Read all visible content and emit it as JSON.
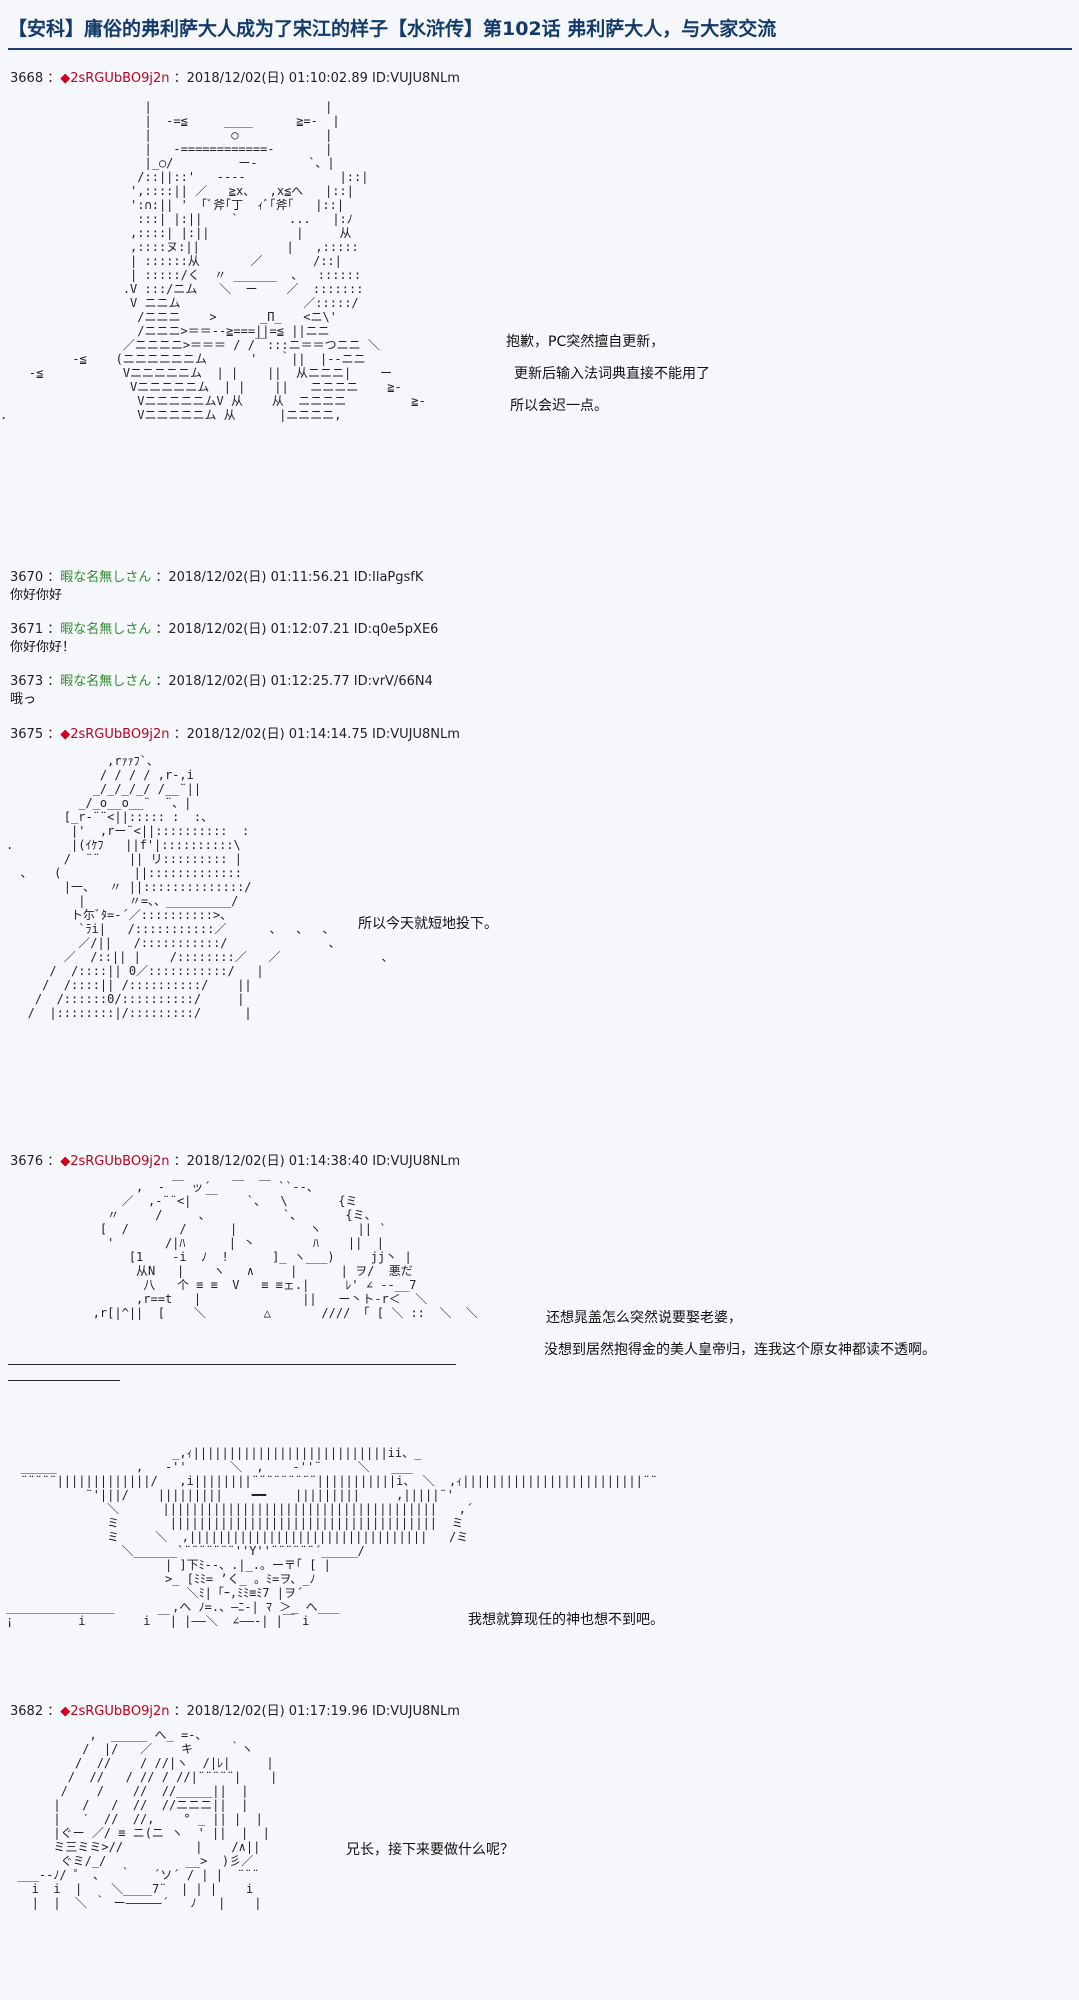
{
  "title": "【安科】庸俗的弗利萨大人成为了宋江的样子【水浒传】第102话 弗利萨大人，与大家交流",
  "posts": [
    {
      "num": "3668",
      "sep": " ：",
      "mark": "◆",
      "name": "2sRGUbBO9j2n",
      "meta": " ：2018/12/02(日) 01:10:02.89 ID:VUJU8NLm"
    },
    {
      "num": "3670",
      "sep": " ：",
      "name": "暇な名無しさん",
      "meta": " ：2018/12/02(日) 01:11:56.21 ID:IlaPgsfK",
      "text": "你好你好"
    },
    {
      "num": "3671",
      "sep": " ：",
      "name": "暇な名無しさん",
      "meta": " ：2018/12/02(日) 01:12:07.21 ID:q0e5pXE6",
      "text": "你好你好！"
    },
    {
      "num": "3673",
      "sep": " ：",
      "name": "暇な名無しさん",
      "meta": " ：2018/12/02(日) 01:12:25.77 ID:vrV/66N4",
      "text": "哦っ"
    },
    {
      "num": "3675",
      "sep": " ：",
      "mark": "◆",
      "name": "2sRGUbBO9j2n",
      "meta": " ：2018/12/02(日) 01:14:14.75 ID:VUJU8NLm"
    },
    {
      "num": "3676",
      "sep": " ：",
      "mark": "◆",
      "name": "2sRGUbBO9j2n",
      "meta": " ：2018/12/02(日) 01:14:38:40 ID:VUJU8NLm"
    },
    {
      "num": "3682",
      "sep": " ：",
      "mark": "◆",
      "name": "2sRGUbBO9j2n",
      "meta": " ：2018/12/02(日) 01:17:19.96 ID:VUJU8NLm"
    }
  ],
  "dialogue": {
    "p1": [
      "抱歉，PC突然擅自更新，",
      "更新后输入法词典直接不能用了",
      "所以会迟一点。"
    ],
    "p2": "所以今天就短地投下。",
    "p3": [
      "还想晁盖怎么突然说要娶老婆，",
      "没想到居然抱得金的美人皇帝归，连我这个原女神都读不透啊。"
    ],
    "p4": "我想就算现任的神也想不到吧。",
    "p5": "兄长，接下来要做什么呢？"
  },
  "art": {
    "a1": "                    |                        |\n                    |  -=≦     ____      ≧=-  |\n                    |           ○            |\n                    |   -============-       |\n                    |_○/         ー‐       `、|\n                   /::||::'   ----             |::|\n                  ',::::|| ／   ≧x、  ,x≦へ   |::|\n                  ':∩:|| ' 「ﾞ斧｢丁  ｨﾞ｢斧｢   |::|\n                   :::| |:||    `       ...   |:ﾉ\n                  ,::::| |:||            |     从\n                  ,::::ヌ:||            |   ,:::::\n                  | ::::::从       ／       /::|\n                  | :::::/く  〃 ______  、  ::::::\n                 .V :::/ニム   ＼  ー    ／  :::::::\n                  V ニニム                 ／:::::/\n                   /ニニニ    >      _Π_   <ニ\\'\n                   /ニニニ>＝＝--≧===||=≦ ||ニニ\n                 ／ニニニニ>＝＝＝ / /￣:::ニ＝＝つニニ ＼\n          -≦    (ニニニニニニム      '   ｀||  |--ニニ\n    -≦           Vニニニニニム  | |    ||  从ニニニ|    ー\n                  Vニニニニニム  | |    ||   ニニニニ    ≧-\n                   VニニニニニムV 从    从  ニニニニ         ≧-\n.                  Vニニニニニム 从      |ニニニニ,",
    "a2": "              ,rｧｧﾌ`、\n             / / / / ,r-,i\n            _/_/_/_/ /__¨||\n          _/_o__o__¨  ¨、|\n        [_r‐¨¨<||::::: :  :、\n         |'  ,rー¨<||::::::::::  :\n.        |(ｲｹﾌ   ||f'|::::::::::\\\n        /  ¨¨    || リ::::::::: |\n  、   (          ||:::::::::::::\n        |一、  〃 ||::::::::::::::/\n          |      〃=、、_________/\n         ト尓ﾞﾀ=-´／::::::::::>、\n          `ﾗi|   /:::::::::::／      、  、  、\n          ／/||   /:::::::::::/              、\n        ／  /::|| |    /::::::::／   ／              、\n      /  /::::|| 0／:::::::::::/   |\n     /  /::::|| /::::::::::/    ||\n    /  /::::::0/::::::::::/     |\n   /  |::::::::|/:::::::::/      |",
    "a3": "                  ,  ‐ ￣ ッ´   ￣  ￣ ``--、\n                ／  ,‐¨¨<|  ￣    `、  \\       {ミ\n              〃     /     、          `、      {ミ、\n             [  /       /      |          ヽ     || `\n              '       /|ﾊ      | 丶        ﾊ    ||  |\n                 [1    -i  ﾉ  !      ]_ ヽ___)     jj丶 |\n                  从N   |    ヽ   ∧     |      | ヲ/  悪だ\n                   八   个 ≡ ≡  V   ≡ ≡ェ.|     ﾚ' ∠ ‐-__7\n                  ,r==t   |              ||   ー丶ト‐r＜  ＼\n            ,r[|^||  [    ＼        △       //// 「 [ ＼ ::  ＼  ＼",
    "a4": "                       _,ｨ|||||||||||||||||||||||||||ii、_\n  _____           ,   ‐''      ＼  ,    ‐''¨     ＼   ___ \n  ¨¨¨¨¨|||||||||||||/   ,i||||||||¨¨¨¨¨¨¨¨¨|||||||||||i、 ＼  ,ｨ|||||||||||||||||||||||||¨¨\n           ¨'|||/    |||||||||    ━━    |||||||||     ,|||||¨'\n              ＼      ||||||||||||||||||||||||||||||||||||||   ,´\n              ミ       |||||||||||||||||||||||||||||||||||||  ミ\n              ミ     ＼  ,|||||||||||||||||||||||||||||||||   /ミ\n                ＼______`¨¨¨¨¨¨¨''Y''¨¨¨¨¨¨´_____/\n                      | ]下ﾐ--、.|_.。ー〒｢ [ |\n                      >_ [ﾐﾐ= ’く_ 。ﾐ=ヲ、_ﾉ\n                         ＼ﾐ|「ｰ,ﾐﾐ≡ﾐ7 |ヲ´\n_______________        ,へ ﾉ=.、―ﾆ-| ﾏ ＞_ へ___\n¡         i        i ￣| |――＼  ∠――-| |￣ i",
    "a5": "           ,  _____ へ_ =-、\n          /  |/   ／    キ     ｀ヽ\n         /  //    / //|ヽ  /|ﾚ|     |\n        /  //   / // / //|¨¨¨¨¨|    |\n       /    /    //  //_____||  |\n      |   /   /  //  //ニニニ||  |\n      |   ′  //  //,    ° _ || |  |\n      |ぐー ／/ ≡ ニ(ニ ヽ  ' ||  |  |\n      ミ三ミミ>//          |    /∧||\n       ぐミ/_/           __>  )彡／\n ___--ﾉ/ ゜ 、  ｀   ´ソ´ / | |  ¨¨¨\n   i  i  |    ＼____7¨  | | |    i\n   |  |  ＼ ｀ ー―――――´   ﾉ   |    |"
  }
}
